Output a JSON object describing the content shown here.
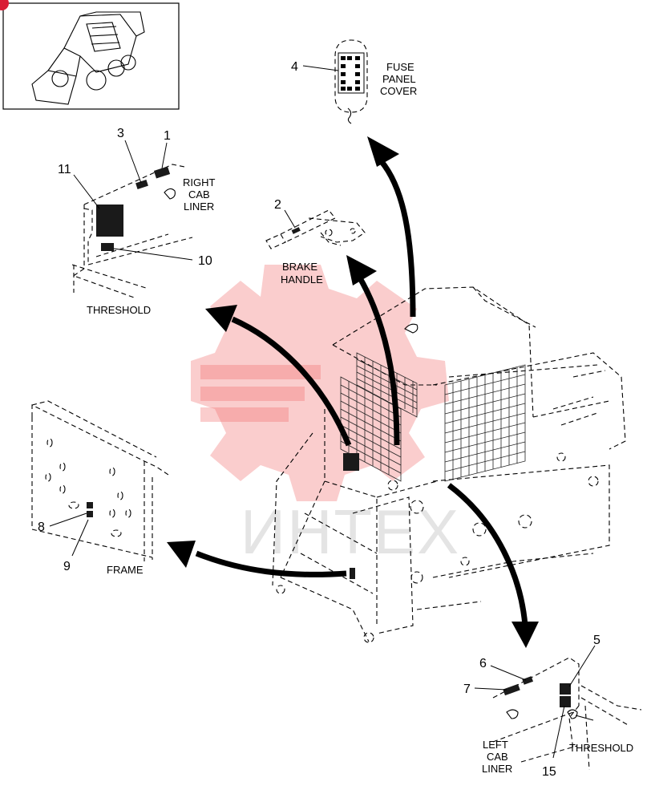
{
  "callouts": {
    "c1": "1",
    "c2": "2",
    "c3": "3",
    "c4": "4",
    "c5": "5",
    "c6": "6",
    "c7": "7",
    "c8": "8",
    "c9": "9",
    "c10": "10",
    "c11": "11",
    "c15": "15"
  },
  "labels": {
    "fuse_panel_cover": [
      "FUSE",
      "PANEL",
      "COVER"
    ],
    "right_cab_liner": [
      "RIGHT",
      "CAB",
      "LINER"
    ],
    "brake_handle": [
      "BRAKE",
      "HANDLE"
    ],
    "threshold_upper": "THRESHOLD",
    "frame": "FRAME",
    "left_cab_liner": [
      "LEFT",
      "CAB",
      "LINER"
    ],
    "threshold_lower": "THRESHOLD"
  },
  "watermark": {
    "text": "ИНТЕХ",
    "color": "#f07070"
  }
}
